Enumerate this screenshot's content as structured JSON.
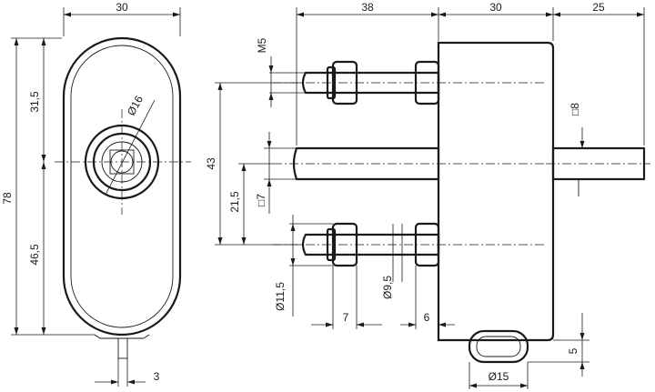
{
  "dimensions": {
    "front_width": "30",
    "total_height": "78",
    "upper_height": "31,5",
    "lower_height": "46,5",
    "cylinder_diameter": "Ø16",
    "foot_width": "3",
    "side_left_length": "38",
    "side_body_length": "30",
    "side_spindle_length": "25",
    "screw_thread": "M5",
    "spindle_square": "□8",
    "screw_spacing": "43",
    "center_offset": "21,5",
    "inner_square": "□7",
    "flange_diameter": "Ø11,5",
    "boss_diameter": "Ø9,5",
    "flange_length": "7",
    "boss_length": "6",
    "bottom_diameter": "Ø15",
    "bottom_height": "5"
  }
}
